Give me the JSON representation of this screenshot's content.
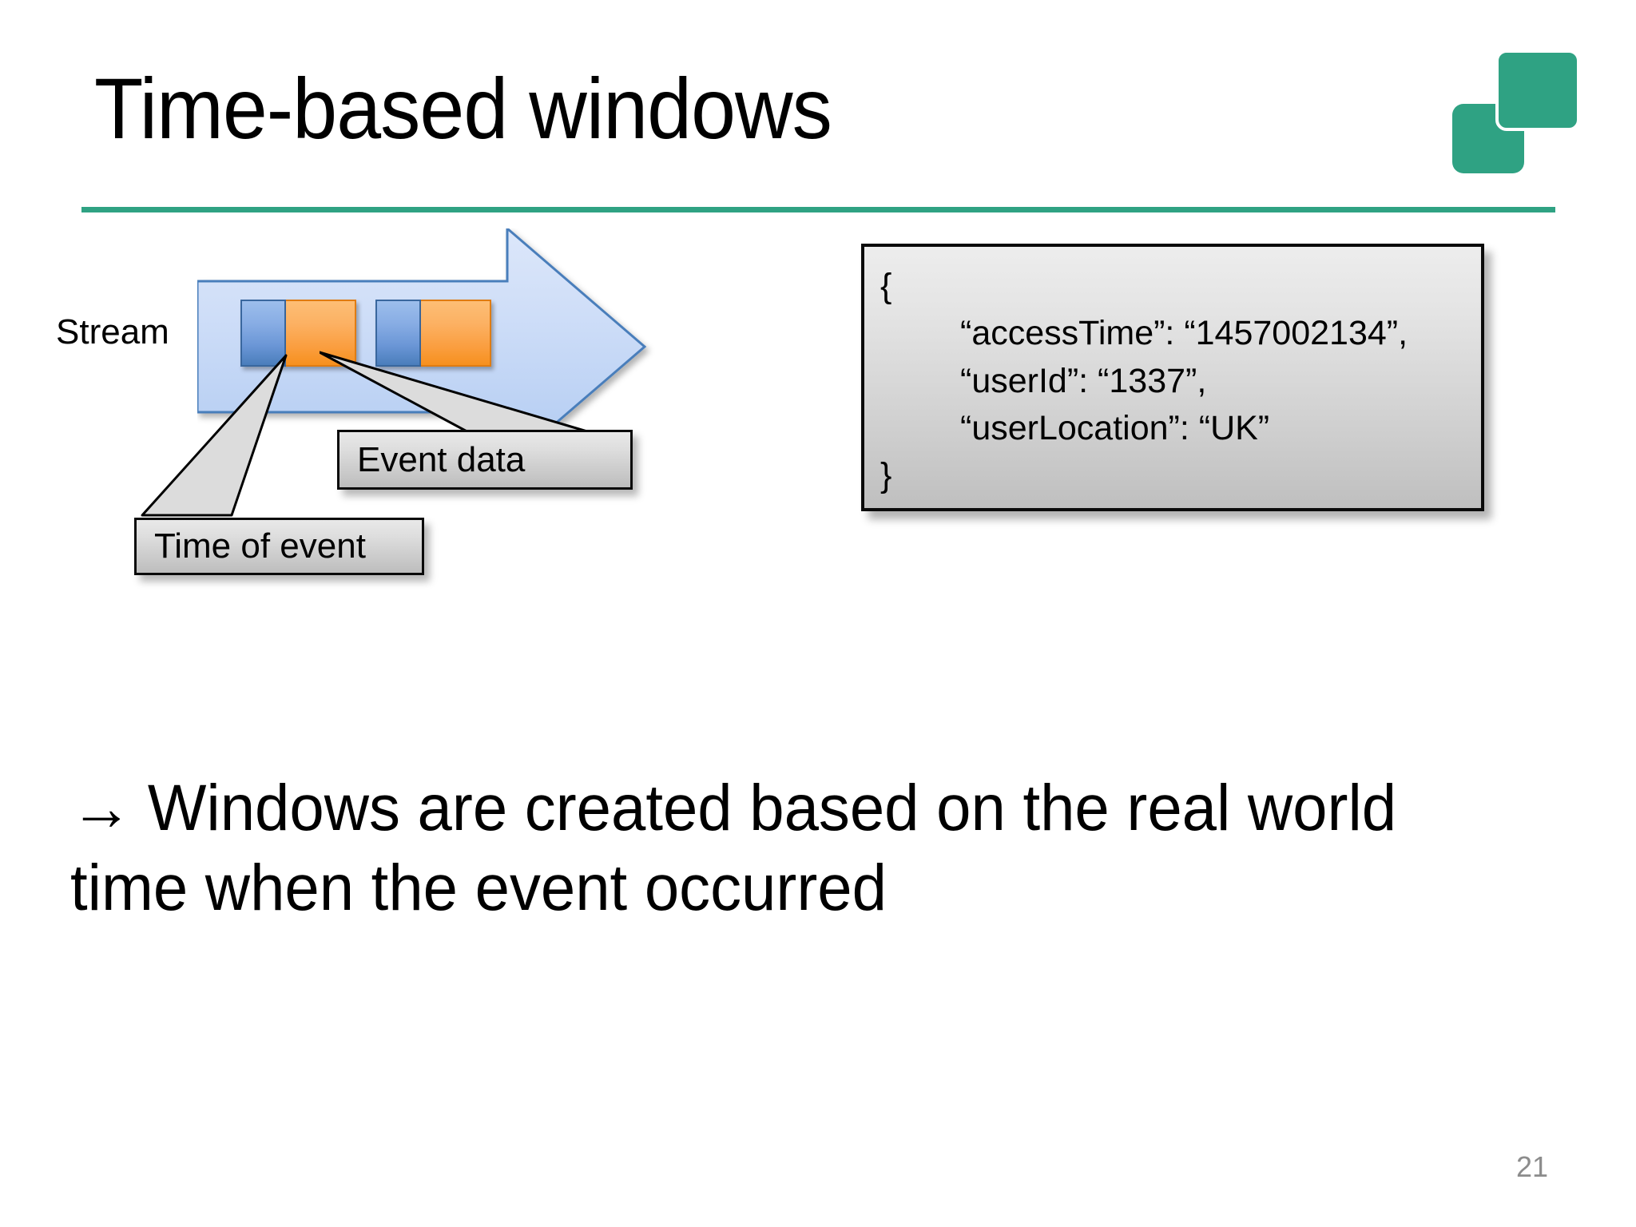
{
  "slide": {
    "title": "Time-based windows",
    "page_number": "21",
    "accent_color": "#2FA283",
    "logo": {
      "name": "two-squares-logo",
      "color": "#2FA283"
    }
  },
  "diagram": {
    "stream_label": "Stream",
    "arrow": {
      "name": "stream-direction-arrow",
      "fill": "#C5D9F7",
      "stroke": "#4A7EBB"
    },
    "events": [
      {
        "time_block_color": "#4A7EBB",
        "data_block_color": "#F7901E"
      },
      {
        "time_block_color": "#4A7EBB",
        "data_block_color": "#F7901E"
      }
    ],
    "callouts": [
      {
        "id": "event-data",
        "label": "Event data"
      },
      {
        "id": "time-of-event",
        "label": "Time of event"
      }
    ]
  },
  "json_sample": {
    "lines": [
      "{",
      "“accessTime”: “1457002134”,",
      "“userId”: “1337”,",
      "“userLocation”: “UK”",
      "",
      "}"
    ],
    "open_brace": "{",
    "access_time": "“accessTime”: “1457002134”,",
    "user_id": "“userId”: “1337”,",
    "user_location": "“userLocation”: “UK”",
    "close_brace": "}"
  },
  "body": {
    "arrow_glyph": "→",
    "text": "Windows are created based on the real world time when the event occurred"
  }
}
